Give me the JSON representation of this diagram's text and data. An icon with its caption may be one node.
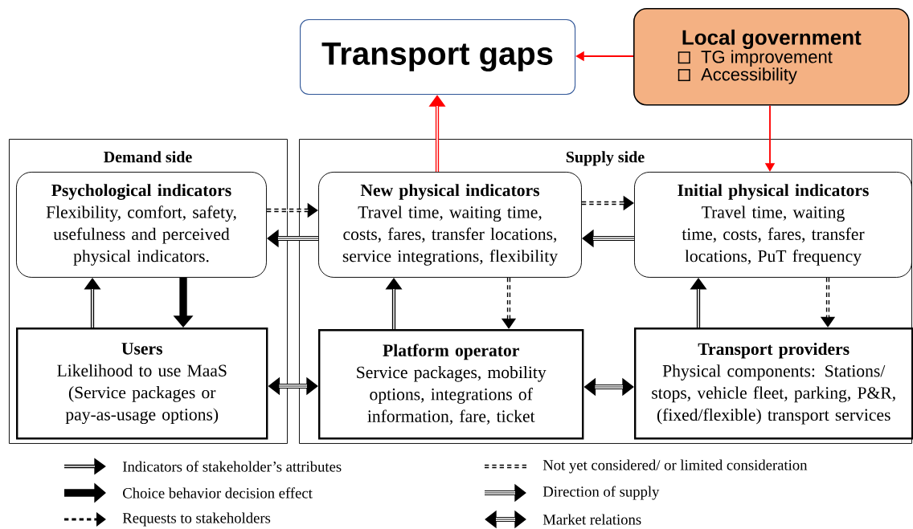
{
  "diagram": {
    "nodes": [
      {
        "text": [
          "Transport gaps"
        ]
      },
      {
        "text": [
          "Local government",
          "TG improvement",
          "Accessibility"
        ]
      },
      {
        "text": [
          "Demand side"
        ]
      },
      {
        "text": [
          "Psychological indicators",
          "Flexibility, comfort, safety, usefulness and perceived physical indicators."
        ],
        "in": 2
      },
      {
        "text": [
          "Users",
          "Likelihood to use MaaS (Service packages or pay-as-usage options)"
        ],
        "in": 2
      },
      {
        "text": [
          "Supply side"
        ]
      },
      {
        "text": [
          "New physical indicators",
          "Travel time, waiting time, costs, fares, transfer locations, service integrations, flexibility"
        ],
        "in": 5
      },
      {
        "text": [
          "Initial physical indicators",
          "Travel time, waiting time, costs, fares, transfer locations, PuT frequency"
        ],
        "in": 5
      },
      {
        "text": [
          "Platform operator",
          "Service packages, mobility options, integrations of information, fare, ticket"
        ],
        "in": 5
      },
      {
        "text": [
          "Transport providers",
          "Physical components: Stations/ stops, vehicle fleet, parking, P&R, (fixed/flexible) transport services"
        ],
        "in": 5
      }
    ],
    "edges": [
      {
        "from": 1,
        "to": 0,
        "arrow": "to",
        "color": "#ff0000"
      },
      {
        "from": 6,
        "to": 0,
        "arrow": "to",
        "color": "#ff0000"
      },
      {
        "from": 1,
        "to": 7,
        "arrow": "to",
        "color": "#ff0000"
      },
      {
        "from": 3,
        "to": 6,
        "arrow": "to",
        "style": "dashed"
      },
      {
        "from": 6,
        "to": 3,
        "arrow": "to"
      },
      {
        "from": 6,
        "to": 7,
        "arrow": "to",
        "style": "dashed"
      },
      {
        "from": 7,
        "to": 6,
        "arrow": "to"
      },
      {
        "from": 4,
        "to": 3,
        "arrow": "to"
      },
      {
        "from": 3,
        "to": 4,
        "arrow": "to",
        "style": "thick"
      },
      {
        "from": 8,
        "to": 6,
        "arrow": "to"
      },
      {
        "from": 6,
        "to": 8,
        "arrow": "to",
        "style": "dashed"
      },
      {
        "from": 9,
        "to": 7,
        "arrow": "to"
      },
      {
        "from": 7,
        "to": 9,
        "arrow": "to",
        "style": "dashed"
      },
      {
        "from": 4,
        "to": 8,
        "arrow": "both"
      },
      {
        "from": 8,
        "to": 9,
        "arrow": "both"
      }
    ],
    "legend": [
      {
        "text": "Indicators of stakeholder’s attributes"
      },
      {
        "text": "Not yet considered/ or limited consideration"
      },
      {
        "text": "Choice behavior decision effect"
      },
      {
        "text": "Direction of supply"
      },
      {
        "text": "Requests to stakeholders"
      },
      {
        "text": "Market relations"
      }
    ]
  }
}
